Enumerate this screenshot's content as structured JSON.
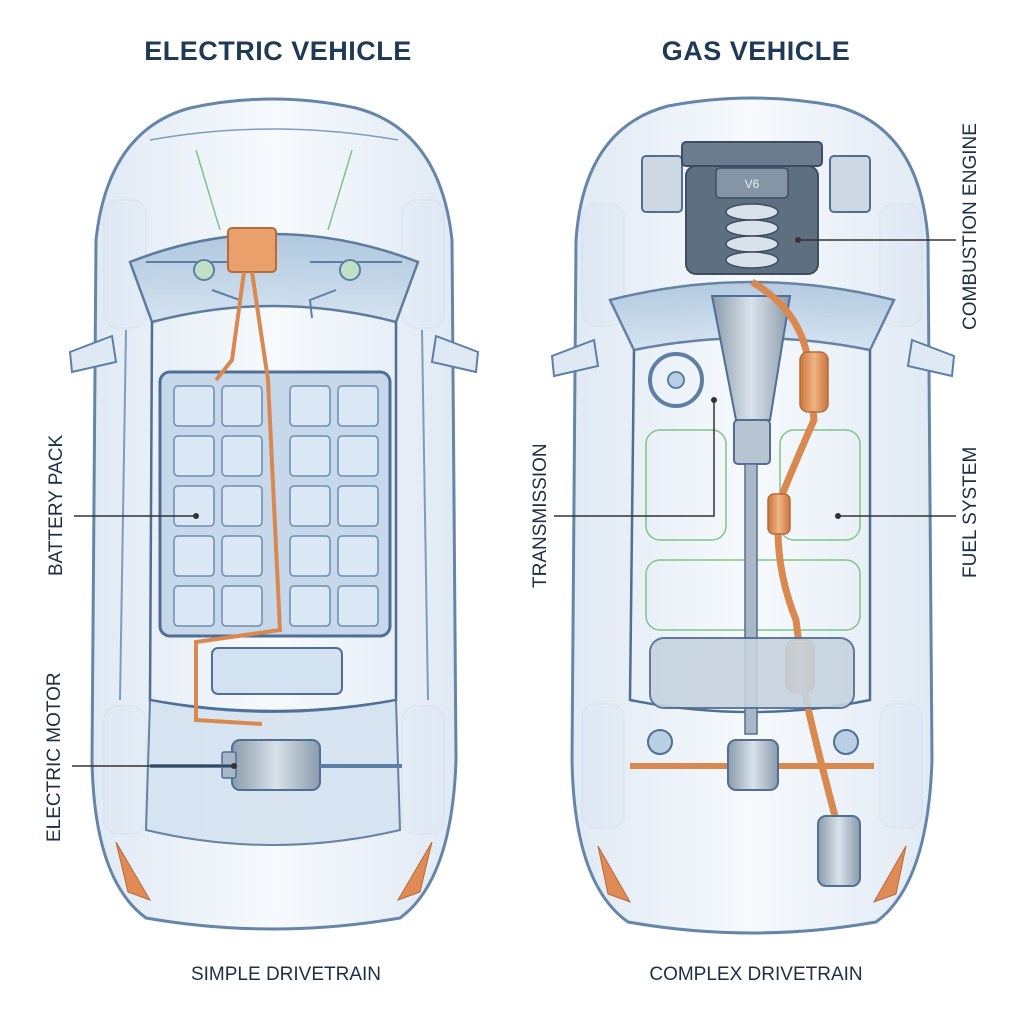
{
  "titles": {
    "left": "ELECTRIC VEHICLE",
    "right": "GAS VEHICLE"
  },
  "captions": {
    "left": "SIMPLE DRIVETRAIN",
    "right": "COMPLEX DRIVETRAIN"
  },
  "labels": {
    "battery_pack": "BATTERY PACK",
    "electric_motor": "ELECTRIC MOTOR",
    "transmission": "TRANSMISSION",
    "combustion_engine": "COMBUSTION ENGINE",
    "fuel_system": "FUEL SYSTEM"
  },
  "engine_badge": "V6",
  "colors": {
    "outline": "#5d7fa6",
    "body_fill": "#eef4fa",
    "glass": "#b9cfe3",
    "copper": "#d9894f",
    "wire_green": "#7fc48a",
    "title": "#1f3a57"
  }
}
